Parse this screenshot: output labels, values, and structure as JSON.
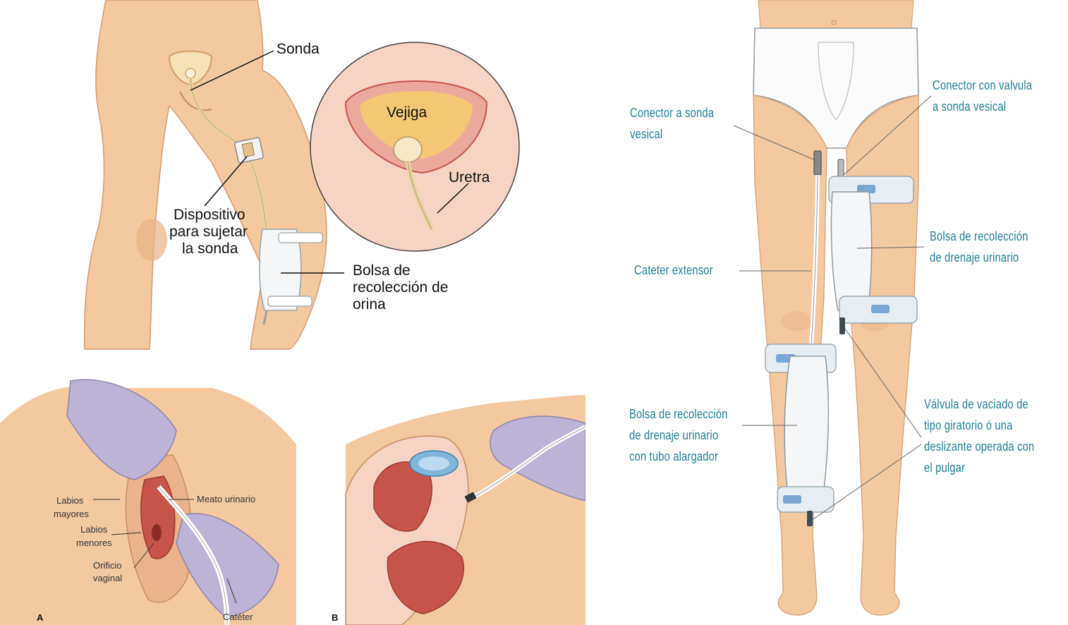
{
  "figure_top_left": {
    "labels": {
      "sonda": "Sonda",
      "vejiga": "Vejiga",
      "uretra": "Uretra",
      "dispositivo": [
        "Dispositivo",
        "para sujetar",
        "la sonda"
      ],
      "bolsa": [
        "Bolsa de",
        "recolección de",
        "orina"
      ]
    }
  },
  "figure_bottom_left": {
    "panel_a": "A",
    "panel_b": "B",
    "labels": {
      "labios_mayores": [
        "Labios",
        "mayores"
      ],
      "labios_menores": [
        "Labios",
        "menores"
      ],
      "orificio_vaginal": [
        "Orificio",
        "vaginal"
      ],
      "meato_urinario": "Meato urinario",
      "cateter": "Catéter"
    }
  },
  "figure_right": {
    "labels": {
      "conector_sonda": [
        "Conector a sonda",
        "vesical"
      ],
      "conector_valvula": [
        "Conector con valvula",
        "a sonda vesical"
      ],
      "bolsa_recoleccion": [
        "Bolsa de recolección",
        "de drenaje urinario"
      ],
      "cateter_extensor": "Cateter extensor",
      "bolsa_alargador": [
        "Bolsa de recolección",
        "de drenaje urinario",
        "con tubo alargador"
      ],
      "valvula_vaciado": [
        "Válvula de vaciado de",
        "tipo giratorio ó una",
        "deslizante operada con",
        "el pulgar"
      ]
    }
  },
  "colors": {
    "skin": "#f4c9a0",
    "skin_shadow": "#e3a97c",
    "label_teal": "#1f7f97",
    "glove": "#bdb3d6",
    "tissue_red": "#c8554a",
    "bladder": "#f3c774",
    "bag_white": "#f4f6f7"
  }
}
